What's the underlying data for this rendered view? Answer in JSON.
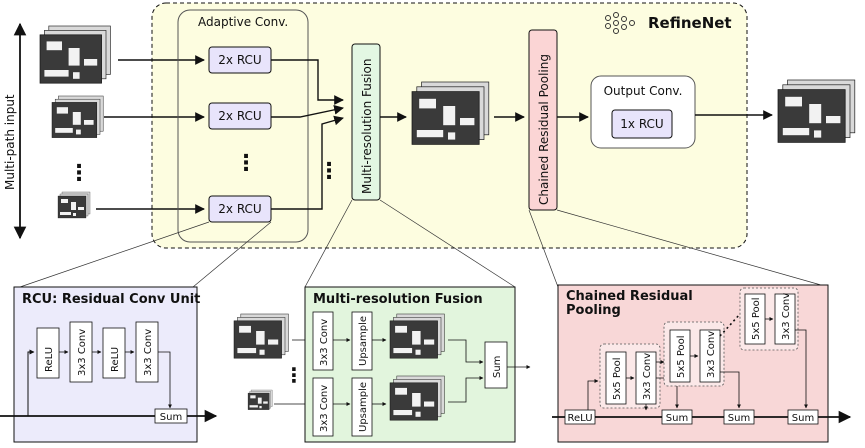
{
  "multipath_label": "Multi-path input",
  "adaptive_conv": {
    "title": "Adaptive Conv.",
    "rcu_labels": [
      "2x RCU",
      "2x RCU",
      "2x RCU"
    ]
  },
  "mrf_label": "Multi-resolution Fusion",
  "crp_label": "Chained Residual Pooling",
  "output_conv": {
    "title": "Output Conv.",
    "rcu_label": "1x RCU"
  },
  "refinenet_label": "RefineNet",
  "rcu_detail": {
    "title": "RCU: Residual Conv Unit",
    "blocks": [
      "ReLU",
      "3x3 Conv",
      "ReLU",
      "3x3 Conv"
    ],
    "sum": "Sum"
  },
  "mrf_detail": {
    "title": "Multi-resolution Fusion",
    "conv": [
      "3x3 Conv",
      "3x3 Conv"
    ],
    "upsample": [
      "Upsample",
      "Upsample"
    ],
    "sum": "Sum"
  },
  "crp_detail": {
    "title_line1": "Chained Residual",
    "title_line2": "Pooling",
    "relu": "ReLU",
    "pool": [
      "5x5 Pool",
      "5x5 Pool",
      "5x5 Pool"
    ],
    "conv": [
      "3x3 Conv",
      "3x3 Conv",
      "3x3 Conv"
    ],
    "sum": [
      "Sum",
      "Sum",
      "Sum"
    ]
  },
  "colors": {
    "refinenet_bg": "#fdfde0",
    "rcu_fill": "#e8e4fb",
    "mrf_fill": "#e3f7e3",
    "crp_fill": "#fbd5d5",
    "rcu_panel": "#ecebfb",
    "mrf_panel": "#e2f5dd",
    "crp_panel": "#f8d7d7"
  }
}
